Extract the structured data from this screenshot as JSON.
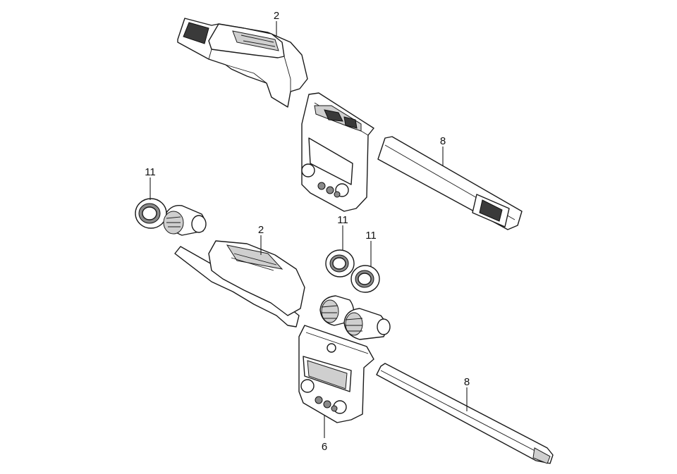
{
  "callouts": {
    "top_cluster_hood": "2",
    "top_trim_strip": "8",
    "left_vent_bezel": "11",
    "lower_cluster_hood": "2",
    "right_vent_bezel_upper": "11",
    "right_vent_bezel_lower": "11",
    "lower_trim_strip": "8",
    "center_fascia": "6"
  }
}
